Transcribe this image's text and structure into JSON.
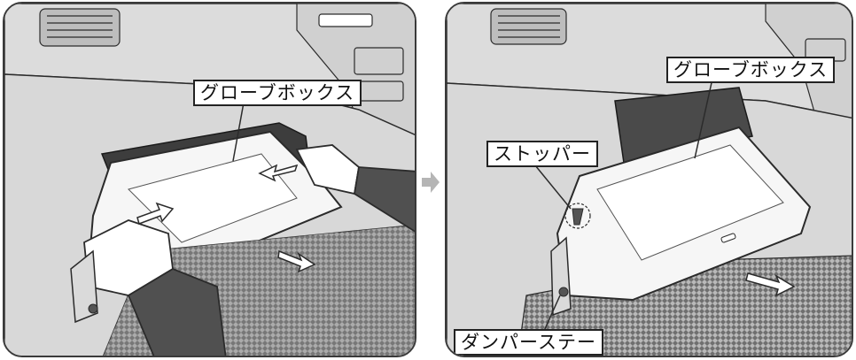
{
  "left_panel": {
    "label_glovebox": "グローブボックス"
  },
  "right_panel": {
    "label_glovebox": "グローブボックス",
    "label_stopper": "ストッパー",
    "label_damper": "ダンパーステー"
  },
  "icons": {
    "between_arrow": "right-arrow-icon"
  },
  "colors": {
    "outline": "#2b2b2b",
    "panel_bg": "#e9e9e9",
    "arrow_gray": "#b5b5b5"
  }
}
